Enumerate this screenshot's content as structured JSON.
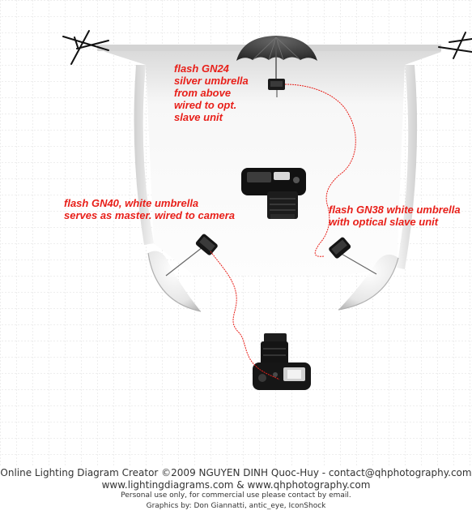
{
  "labels": {
    "top_flash": "flash GN24\nsilver umbrella\nfrom above\nwired to opt.\nslave unit",
    "left_flash": "flash GN40, white umbrella\nserves as master. wired to camera",
    "right_flash": "flash GN38 white umbrella\nwith optical slave unit"
  },
  "footer": {
    "credit": "Online Lighting Diagram Creator ©2009 NGUYEN DINH Quoc-Huy - contact@qhphotography.com",
    "urls": "www.lightingdiagrams.com & www.qhphotography.com",
    "usage": "Personal use only, for commercial use please contact by email.",
    "graphics": "Graphics by: Don Giannatti, antic_eye, IconShock"
  },
  "colors": {
    "grid": "#dcdcdc",
    "backdrop": "#f4f4f4",
    "label_text": "#e8201a",
    "cable": "#e8201a",
    "footer_text": "#333333"
  },
  "icons": [
    "background-stand-icon",
    "umbrella-icon",
    "flash-icon",
    "camera-icon"
  ]
}
